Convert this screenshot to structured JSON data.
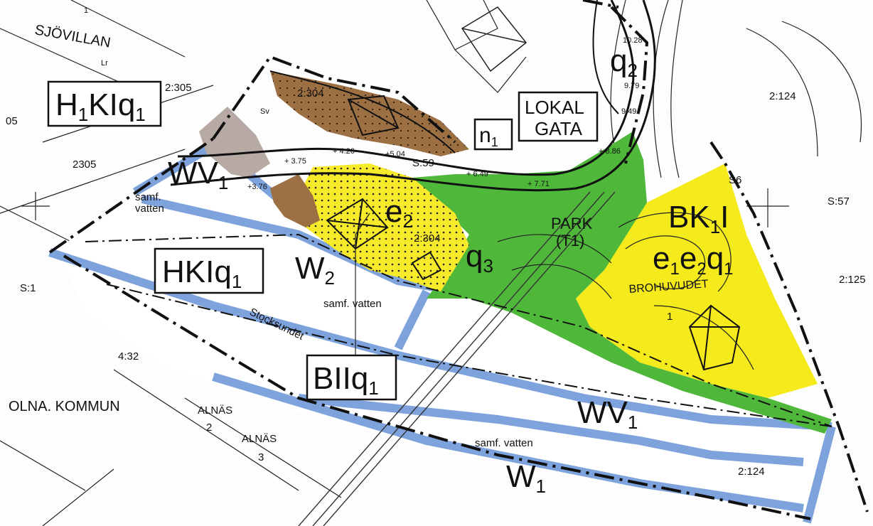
{
  "map": {
    "zones": {
      "h1kiq1": {
        "main": "H",
        "sub": "1",
        "rest": "KIq",
        "sub2": "1"
      },
      "hkiq1": {
        "main": "HKIq",
        "sub": "1"
      },
      "biiq1": {
        "main": "BIIq",
        "sub": "1"
      },
      "wv1_left": {
        "main": "WV",
        "sub": "1"
      },
      "wv1_bottom": {
        "main": "WV",
        "sub": "1"
      },
      "w2": {
        "main": "W",
        "sub": "2"
      },
      "w1": {
        "main": "W",
        "sub": "1"
      },
      "e2": {
        "main": "e",
        "sub": "2"
      },
      "q3": {
        "main": "q",
        "sub": "3"
      },
      "q2": {
        "main": "q",
        "sub": "2"
      },
      "n1": {
        "main": "n",
        "sub": "1"
      },
      "bk1i": {
        "main": "BK",
        "sub": "1",
        "rest": "I"
      },
      "e1e2q1": {
        "a": "e",
        "as": "1",
        "b": "e",
        "bs": "2",
        "c": "q",
        "cs": "1"
      }
    },
    "lokal": {
      "line1": "LOKAL",
      "line2": "GATA"
    },
    "park": {
      "line1": "PARK",
      "line2": "(T1)"
    },
    "places": {
      "sjovillan": "SJÖVILLAN",
      "kommun": "OLNA. KOMMUN",
      "alnas2": "ALNÄS",
      "alnas2_n": "2",
      "alnas3": "ALNÄS",
      "alnas3_n": "3",
      "brohuvudet": "BROHUVUDET",
      "stocksundet": "Stocksundet"
    },
    "water": {
      "samf1": "samf.",
      "samf1b": "vatten",
      "samf2": "samf. vatten",
      "samf3": "samf. vatten"
    },
    "parcels": {
      "p2305a": "2:305",
      "p2305b": "2305",
      "p05": "05",
      "p2304a": "2:304",
      "p2304b": "2:304",
      "p2124a": "2:124",
      "p2124b": "2:124",
      "p2125": "2:125",
      "p432": "4:32",
      "s1": "S:1",
      "s59": "S:59",
      "s57": "S:57",
      "s6": "S6",
      "lr": "Lr",
      "sv": "Sv",
      "n1top": "1",
      "n1br": "1"
    },
    "heights": {
      "h375": "+ 3.75",
      "h376": "+3.76",
      "h426": "+ 4.26",
      "h504": "+5.04",
      "h649": "+ 6.49",
      "h771": "+ 7.71",
      "h886": "+ 8.86",
      "h949": "9.49",
      "h979": "9.79",
      "h1028": "10.28"
    }
  }
}
